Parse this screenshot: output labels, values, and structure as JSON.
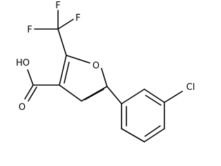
{
  "molecule": {
    "atom_labels": {
      "fluorine_top": "F",
      "fluorine_left": "F",
      "fluorine_right": "F",
      "hydroxyl": "HO",
      "carbonyl_oxygen": "O",
      "ring_oxygen": "O",
      "chlorine": "Cl"
    }
  }
}
